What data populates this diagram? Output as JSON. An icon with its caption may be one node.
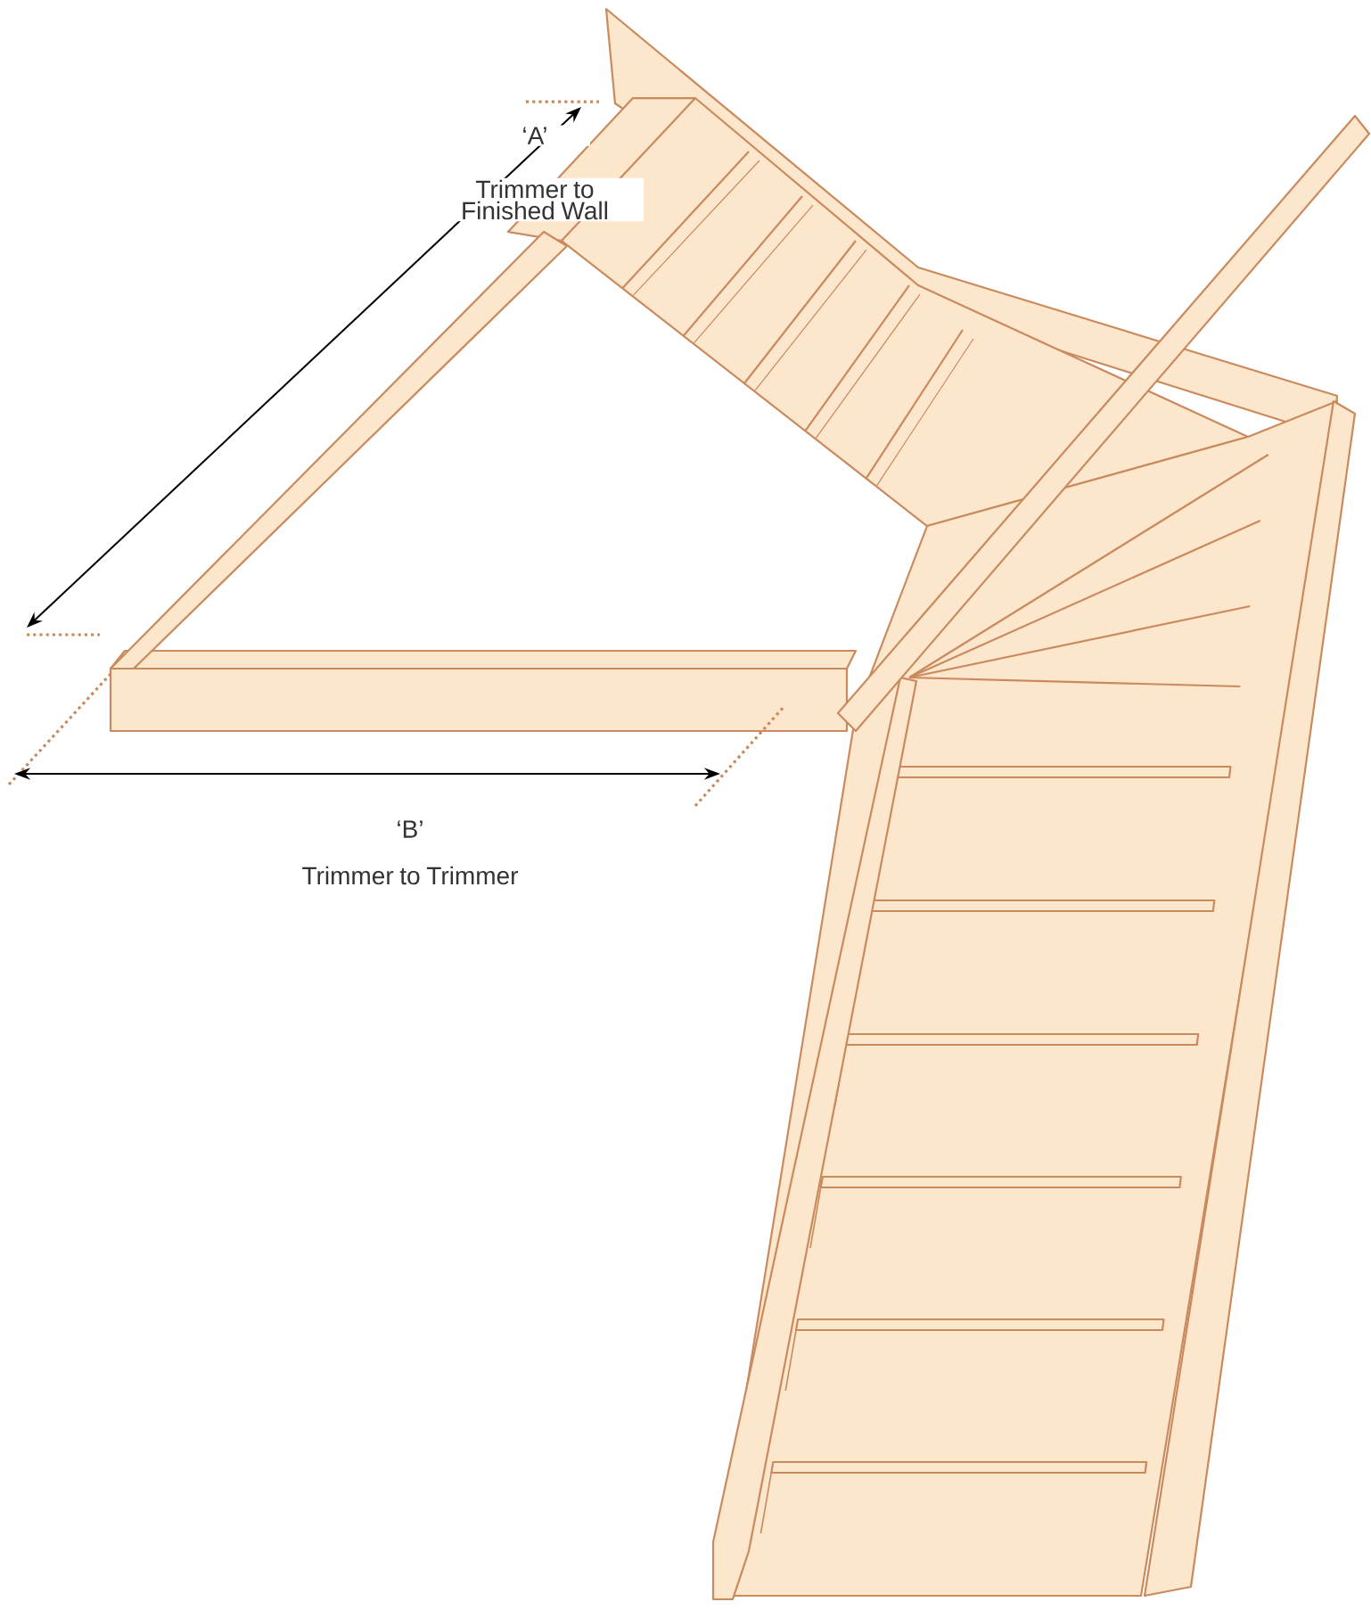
{
  "diagram": {
    "labels": [
      "‘A’",
      "Trimmer to Finished Wall",
      "‘B’",
      "Trimmer to Trimmer"
    ]
  }
}
